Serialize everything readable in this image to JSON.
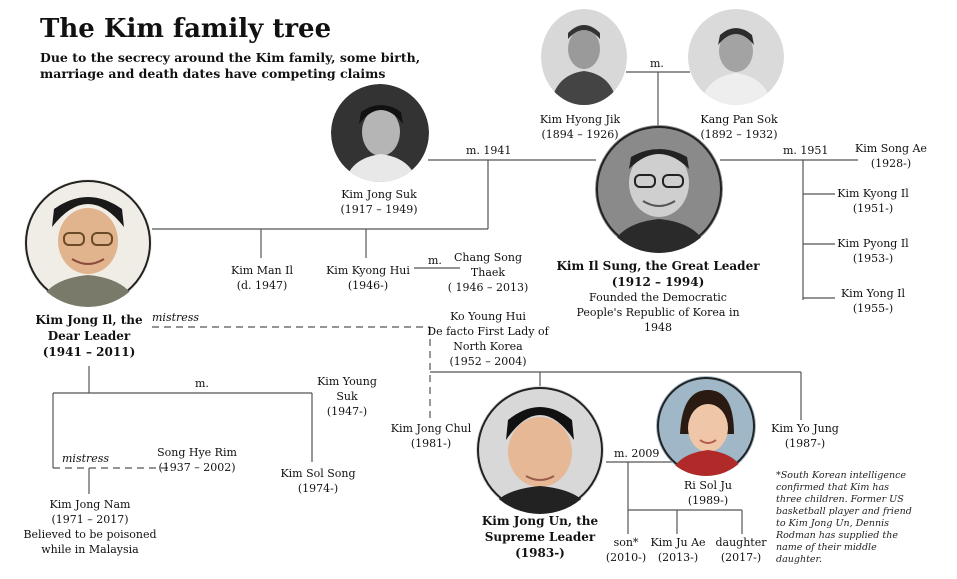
{
  "title": "The Kim family tree",
  "subtitle": "Due to the secrecy around the Kim family, some birth, marriage and death dates have competing claims",
  "people": {
    "kim_hyong_jik": {
      "name": "Kim Hyong Jik",
      "dates": "(1894 – 1926)"
    },
    "kang_pan_sok": {
      "name": "Kang Pan Sok",
      "dates": "(1892 – 1932)"
    },
    "kim_jong_suk": {
      "name": "Kim Jong Suk",
      "dates": "(1917 – 1949)"
    },
    "kim_il_sung": {
      "name": "Kim Il Sung, the Great Leader",
      "dates": "(1912 – 1994)",
      "note": "Founded the Democratic People's Republic of Korea in 1948"
    },
    "kim_song_ae": {
      "name": "Kim Song Ae",
      "dates": "(1928-)"
    },
    "kim_kyong_il": {
      "name": "Kim Kyong Il",
      "dates": "(1951-)"
    },
    "kim_pyong_il": {
      "name": "Kim Pyong Il",
      "dates": "(1953-)"
    },
    "kim_yong_il": {
      "name": "Kim Yong Il",
      "dates": "(1955-)"
    },
    "kim_jong_il": {
      "name": "Kim Jong Il, the Dear Leader",
      "dates": "(1941 – 2011)"
    },
    "kim_man_il": {
      "name": "Kim Man Il",
      "dates": "(d. 1947)"
    },
    "kim_kyong_hui": {
      "name": "Kim Kyong Hui",
      "dates": "(1946-)"
    },
    "chang_song_thaek": {
      "name": "Chang Song Thaek",
      "dates": "( 1946 – 2013)"
    },
    "ko_young_hui": {
      "name": "Ko Young Hui",
      "note": "De facto First Lady of North Korea",
      "dates": "(1952 – 2004)"
    },
    "kim_young_suk": {
      "name": "Kim Young Suk",
      "dates": "(1947-)"
    },
    "song_hye_rim": {
      "name": "Song Hye Rim",
      "dates": "(1937 – 2002)"
    },
    "kim_sol_song": {
      "name": "Kim Sol Song",
      "dates": "(1974-)"
    },
    "kim_jong_nam": {
      "name": "Kim Jong Nam",
      "dates": "(1971 – 2017)",
      "note": "Believed to be poisoned while in Malaysia"
    },
    "kim_jong_chul": {
      "name": "Kim Jong Chul",
      "dates": "(1981-)"
    },
    "kim_jong_un": {
      "name": "Kim Jong Un, the Supreme Leader",
      "dates": "(1983-)"
    },
    "ri_sol_ju": {
      "name": "Ri Sol Ju",
      "dates": "(1989-)"
    },
    "kim_yo_jung": {
      "name": "Kim Yo Jung",
      "dates": "(1987-)"
    },
    "son": {
      "name": "son*",
      "dates": "(2010-)"
    },
    "kim_ju_ae": {
      "name": "Kim Ju Ae",
      "dates": "(2013-)"
    },
    "daughter": {
      "name": "daughter",
      "dates": "(2017-)"
    }
  },
  "relations": {
    "m_grandparents": "m.",
    "m_1941": "m. 1941",
    "m_1951": "m. 1951",
    "m_chang": "m.",
    "mistress_ko": "mistress",
    "m_young_suk": "m.",
    "mistress_song": "mistress",
    "m_2009": "m. 2009"
  },
  "footnote": "*South Korean intelligence confirmed that Kim has three children. Former US basketball player and friend to Kim Jong Un, Dennis Rodman has supplied the name of their middle daughter.",
  "colors": {
    "line": "#555555",
    "text": "#111111",
    "photo_bg": "#cccccc",
    "ring": "#222222"
  }
}
